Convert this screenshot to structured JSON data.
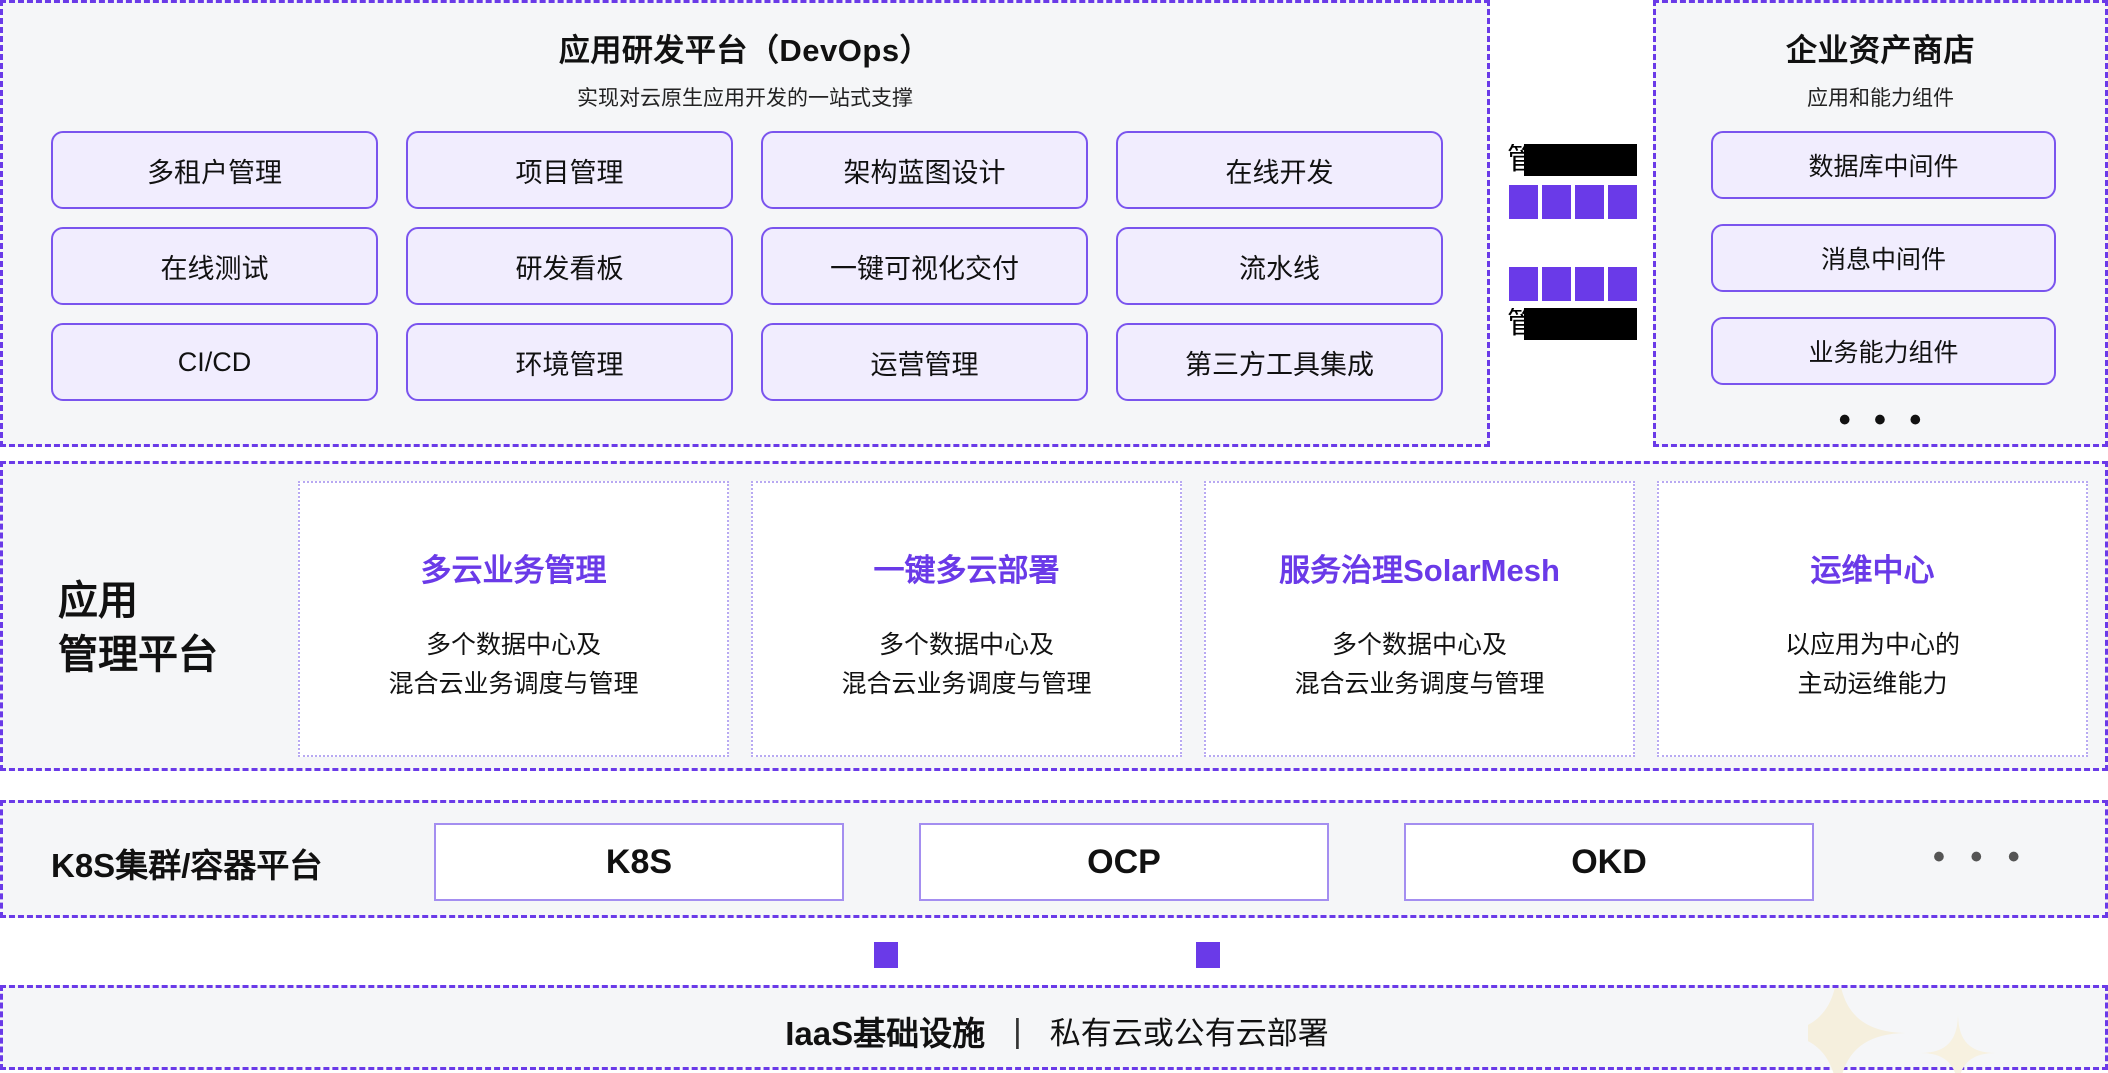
{
  "colors": {
    "accent": "#6a3ae8",
    "chip_border": "#7a54ee",
    "chip_fill": "#f1edfe",
    "panel_bg": "#f5f6f8",
    "card_border": "#b8a9f2",
    "redaction": "#000000"
  },
  "devops": {
    "title": "应用研发平台（DevOps）",
    "subtitle": "实现对云原生应用开发的一站式支撑",
    "chips": [
      "多租户管理",
      "项目管理",
      "架构蓝图设计",
      "在线开发",
      "在线测试",
      "研发看板",
      "一键可视化交付",
      "流水线",
      "CI/CD",
      "环境管理",
      "运营管理",
      "第三方工具集成"
    ]
  },
  "middle_column": {
    "groups": [
      {
        "redacted_label": "管",
        "redacted": true,
        "squares": 4
      },
      {
        "redacted_label": "管",
        "redacted": true,
        "squares": 4
      }
    ]
  },
  "store": {
    "title": "企业资产商店",
    "subtitle": "应用和能力组件",
    "chips": [
      "数据库中间件",
      "消息中间件",
      "业务能力组件"
    ],
    "more": "• • •"
  },
  "app_platform": {
    "label_line1": "应用",
    "label_line2": "管理平台",
    "cards": [
      {
        "title": "多云业务管理",
        "desc_line1": "多个数据中心及",
        "desc_line2": "混合云业务调度与管理"
      },
      {
        "title": "一键多云部署",
        "desc_line1": "多个数据中心及",
        "desc_line2": "混合云业务调度与管理"
      },
      {
        "title": "服务治理SolarMesh",
        "desc_line1": "多个数据中心及",
        "desc_line2": "混合云业务调度与管理"
      },
      {
        "title": "运维中心",
        "desc_line1": "以应用为中心的",
        "desc_line2": "主动运维能力"
      }
    ]
  },
  "k8s": {
    "label": "K8S集群/容器平台",
    "cards": [
      "K8S",
      "OCP",
      "OKD"
    ],
    "more": "• • •"
  },
  "iaas": {
    "title": "IaaS基础设施",
    "divider": "|",
    "subtitle": "私有云或公有云部署"
  }
}
